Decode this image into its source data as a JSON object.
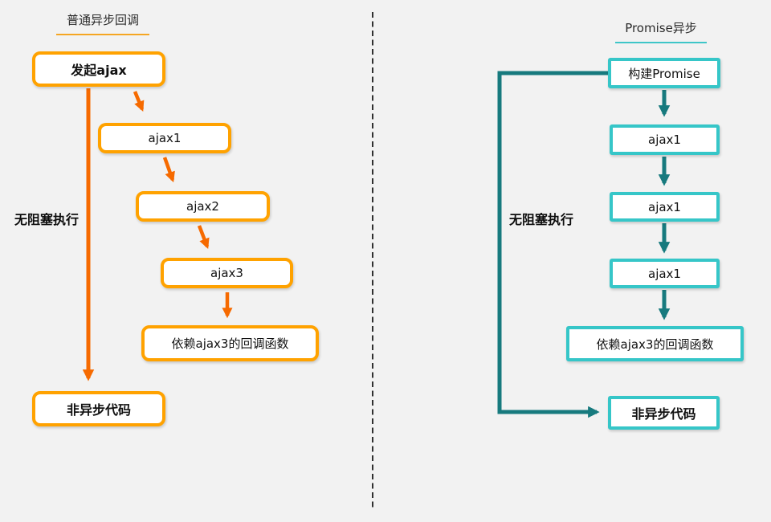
{
  "canvas": {
    "background": "#f2f2f2"
  },
  "divider": {
    "color": "#1b1b1b",
    "style": "dashed"
  },
  "left_panel": {
    "title": "普通异步回调",
    "side_label": "无阻塞执行",
    "accent": "#FFA200",
    "arrow_color": "#F66A00",
    "nodes": [
      {
        "label": "发起ajax",
        "bold": true
      },
      {
        "label": "ajax1",
        "bold": false
      },
      {
        "label": "ajax2",
        "bold": false
      },
      {
        "label": "ajax3",
        "bold": false
      },
      {
        "label": "依赖ajax3的回调函数",
        "bold": false
      },
      {
        "label": "非异步代码",
        "bold": true
      }
    ]
  },
  "right_panel": {
    "title": "Promise异步",
    "side_label": "无阻塞执行",
    "accent": "#36C6C8",
    "arrow_color": "#177A7E",
    "nodes": [
      {
        "label": "构建Promise",
        "bold": false
      },
      {
        "label": "ajax1",
        "bold": false
      },
      {
        "label": "ajax1",
        "bold": false
      },
      {
        "label": "ajax1",
        "bold": false
      },
      {
        "label": "依赖ajax3的回调函数",
        "bold": false
      },
      {
        "label": "非异步代码",
        "bold": true
      }
    ]
  }
}
